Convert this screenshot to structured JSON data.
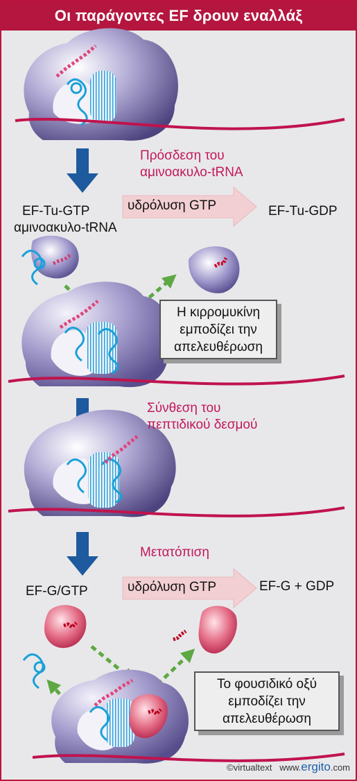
{
  "title": "Οι παράγοντες EF δρουν εναλλάξ",
  "steps": {
    "binding": [
      "Πρόσδεση του",
      "αμινοακυλο-tRNA"
    ],
    "peptide": [
      "Σύνθεση του",
      "πεπτιδικού δεσμού"
    ],
    "translocation": "Μετατόπιση"
  },
  "labels": {
    "eftu_gtp": "EF-Tu-GTP",
    "aminoacyl_trna": "αμινοακυλο-tRNA",
    "eftu_gdp": "EF-Tu-GDP",
    "efg_gtp": "EF-G/GTP",
    "efg_gdp": "EF-G + GDP",
    "hydrolysis_1": "υδρόλυση GTP",
    "hydrolysis_2": "υδρόλυση GTP"
  },
  "notes": {
    "kirromycin": [
      "Η κιρρομυκίνη",
      "εμποδίζει την",
      "απελευθέρωση"
    ],
    "fusidic": [
      "Το φουσιδικό οξύ",
      "εμποδίζει την",
      "απελευθέρωση"
    ]
  },
  "footer": {
    "copyright": "©virtualtext",
    "www": "www.",
    "brand": "ergito",
    "tld": ".com"
  },
  "colors": {
    "title_bg": "#b4163f",
    "step_text": "#c2185b",
    "ribosome": "#8a7fb5",
    "trna": "#1aa0d8",
    "mrna": "#c0134d",
    "eftu": "#6d63a8",
    "efg": "#c81e4a",
    "process_arrow": "#f2cfd2",
    "down_arrow": "#1d5a9e",
    "release_arrow": "#6ab04c"
  }
}
